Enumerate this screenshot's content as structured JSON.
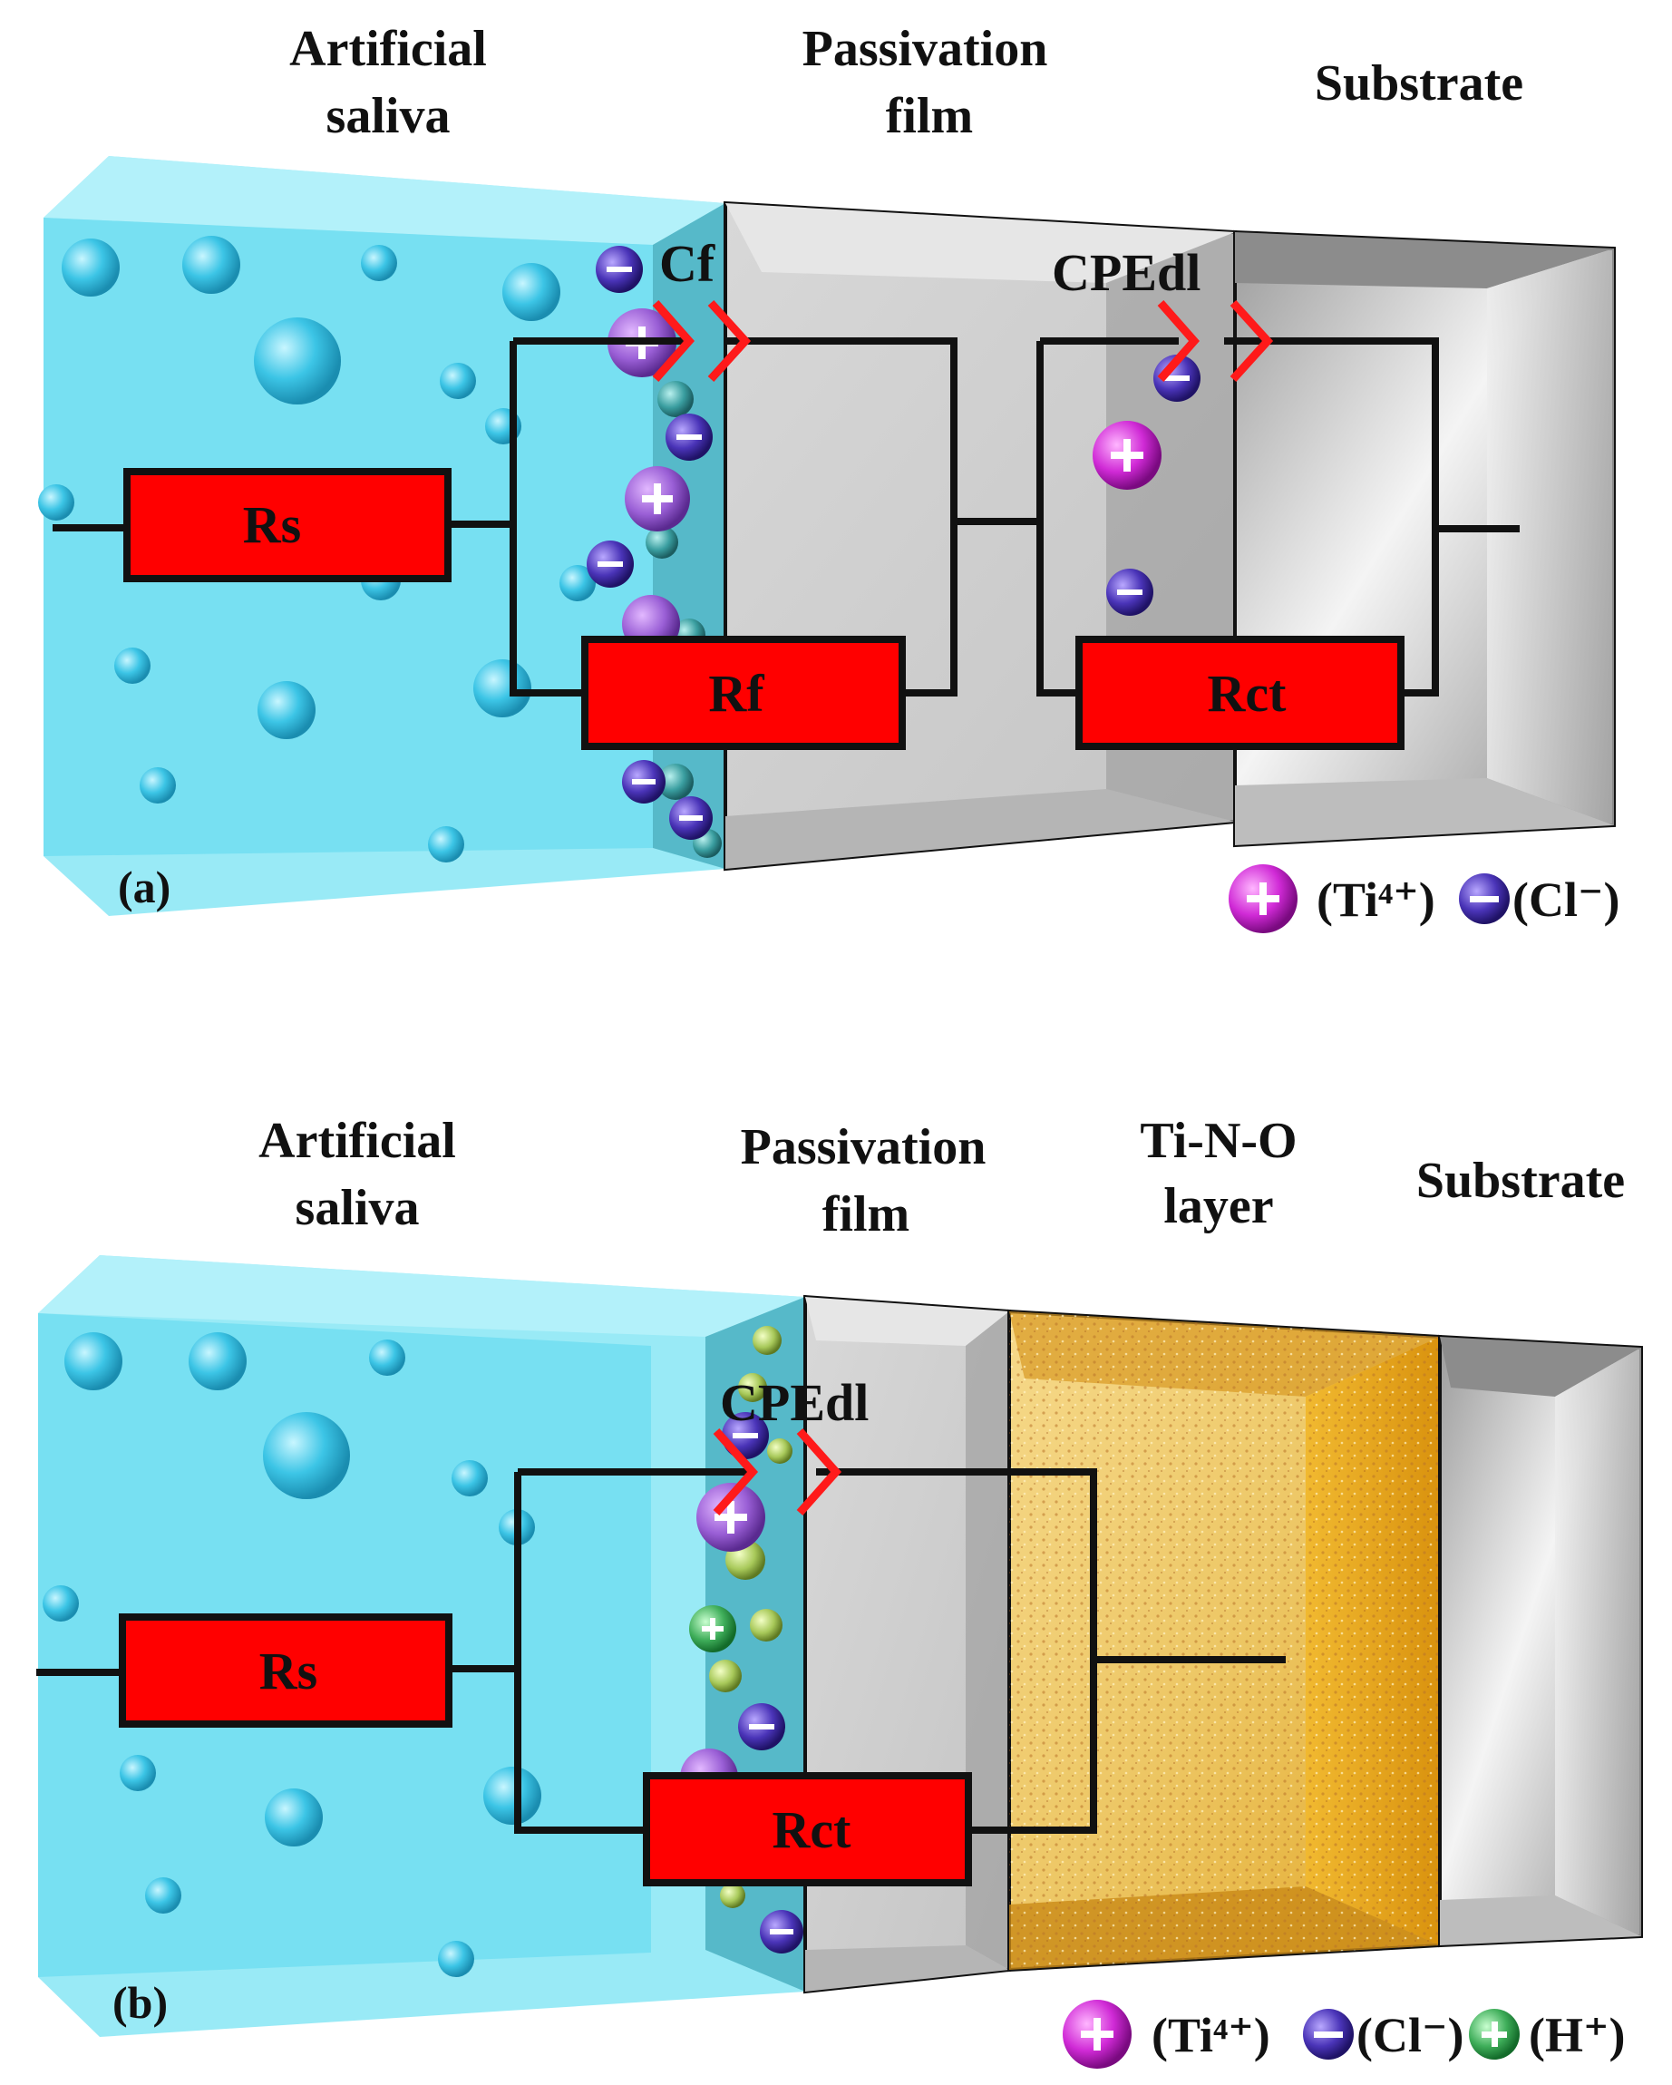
{
  "panel_a": {
    "tag": "(a)",
    "headers": {
      "saliva_line1": "Artificial",
      "saliva_line2": "saliva",
      "film_line1": "Passivation",
      "film_line2": "film",
      "substrate": "Substrate"
    },
    "components": {
      "rs": "Rs",
      "rf": "Rf",
      "rct": "Rct",
      "cf": "Cf",
      "cpedl": "CPEdl"
    },
    "legend": {
      "ti": "(Ti⁴⁺)",
      "cl": "(Cl⁻)"
    }
  },
  "panel_b": {
    "tag": "(b)",
    "headers": {
      "saliva_line1": "Artificial",
      "saliva_line2": "saliva",
      "film_line1": "Passivation",
      "film_line2": "film",
      "tino_line1": "Ti-N-O",
      "tino_line2": "layer",
      "substrate": "Substrate"
    },
    "components": {
      "rs": "Rs",
      "rct": "Rct",
      "cpedl": "CPEdl"
    },
    "legend": {
      "ti": "(Ti⁴⁺)",
      "cl": "(Cl⁻)",
      "h": "(H⁺)"
    }
  },
  "colors": {
    "saliva": "#7fe3f3",
    "resistor": "#ff0000",
    "capacitor": "#ff1a1a",
    "cation": "#d13ad1",
    "anion": "#5b3fb8",
    "proton": "#3aa85a",
    "film": "#cfcfcf",
    "tino": "#e8b42a",
    "substrate": "#bdbdbd"
  }
}
